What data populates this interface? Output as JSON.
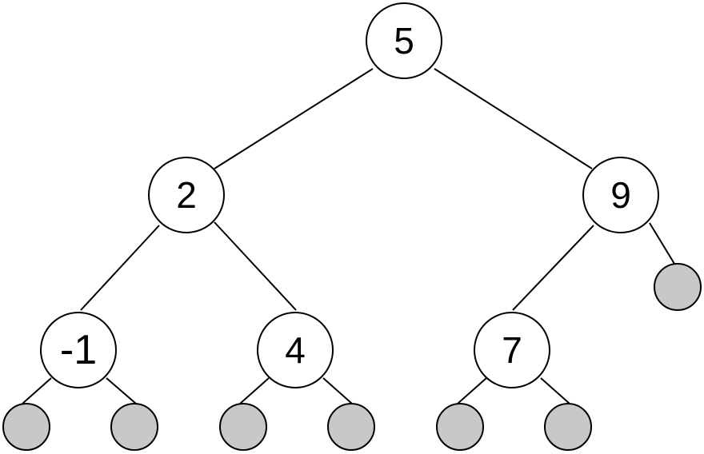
{
  "tree": {
    "nodes": [
      {
        "id": "n5",
        "label": "5"
      },
      {
        "id": "n2",
        "label": "2"
      },
      {
        "id": "n9",
        "label": "9"
      },
      {
        "id": "nm1",
        "label": "-1"
      },
      {
        "id": "n4",
        "label": "4"
      },
      {
        "id": "n7",
        "label": "7"
      }
    ],
    "null_leaves": [
      "9-right",
      "-1-left",
      "-1-right",
      "4-left",
      "4-right",
      "7-left",
      "7-right"
    ],
    "colors": {
      "node_fill": "#ffffff",
      "leaf_fill": "#c8c8c8",
      "stroke": "#000000"
    }
  }
}
